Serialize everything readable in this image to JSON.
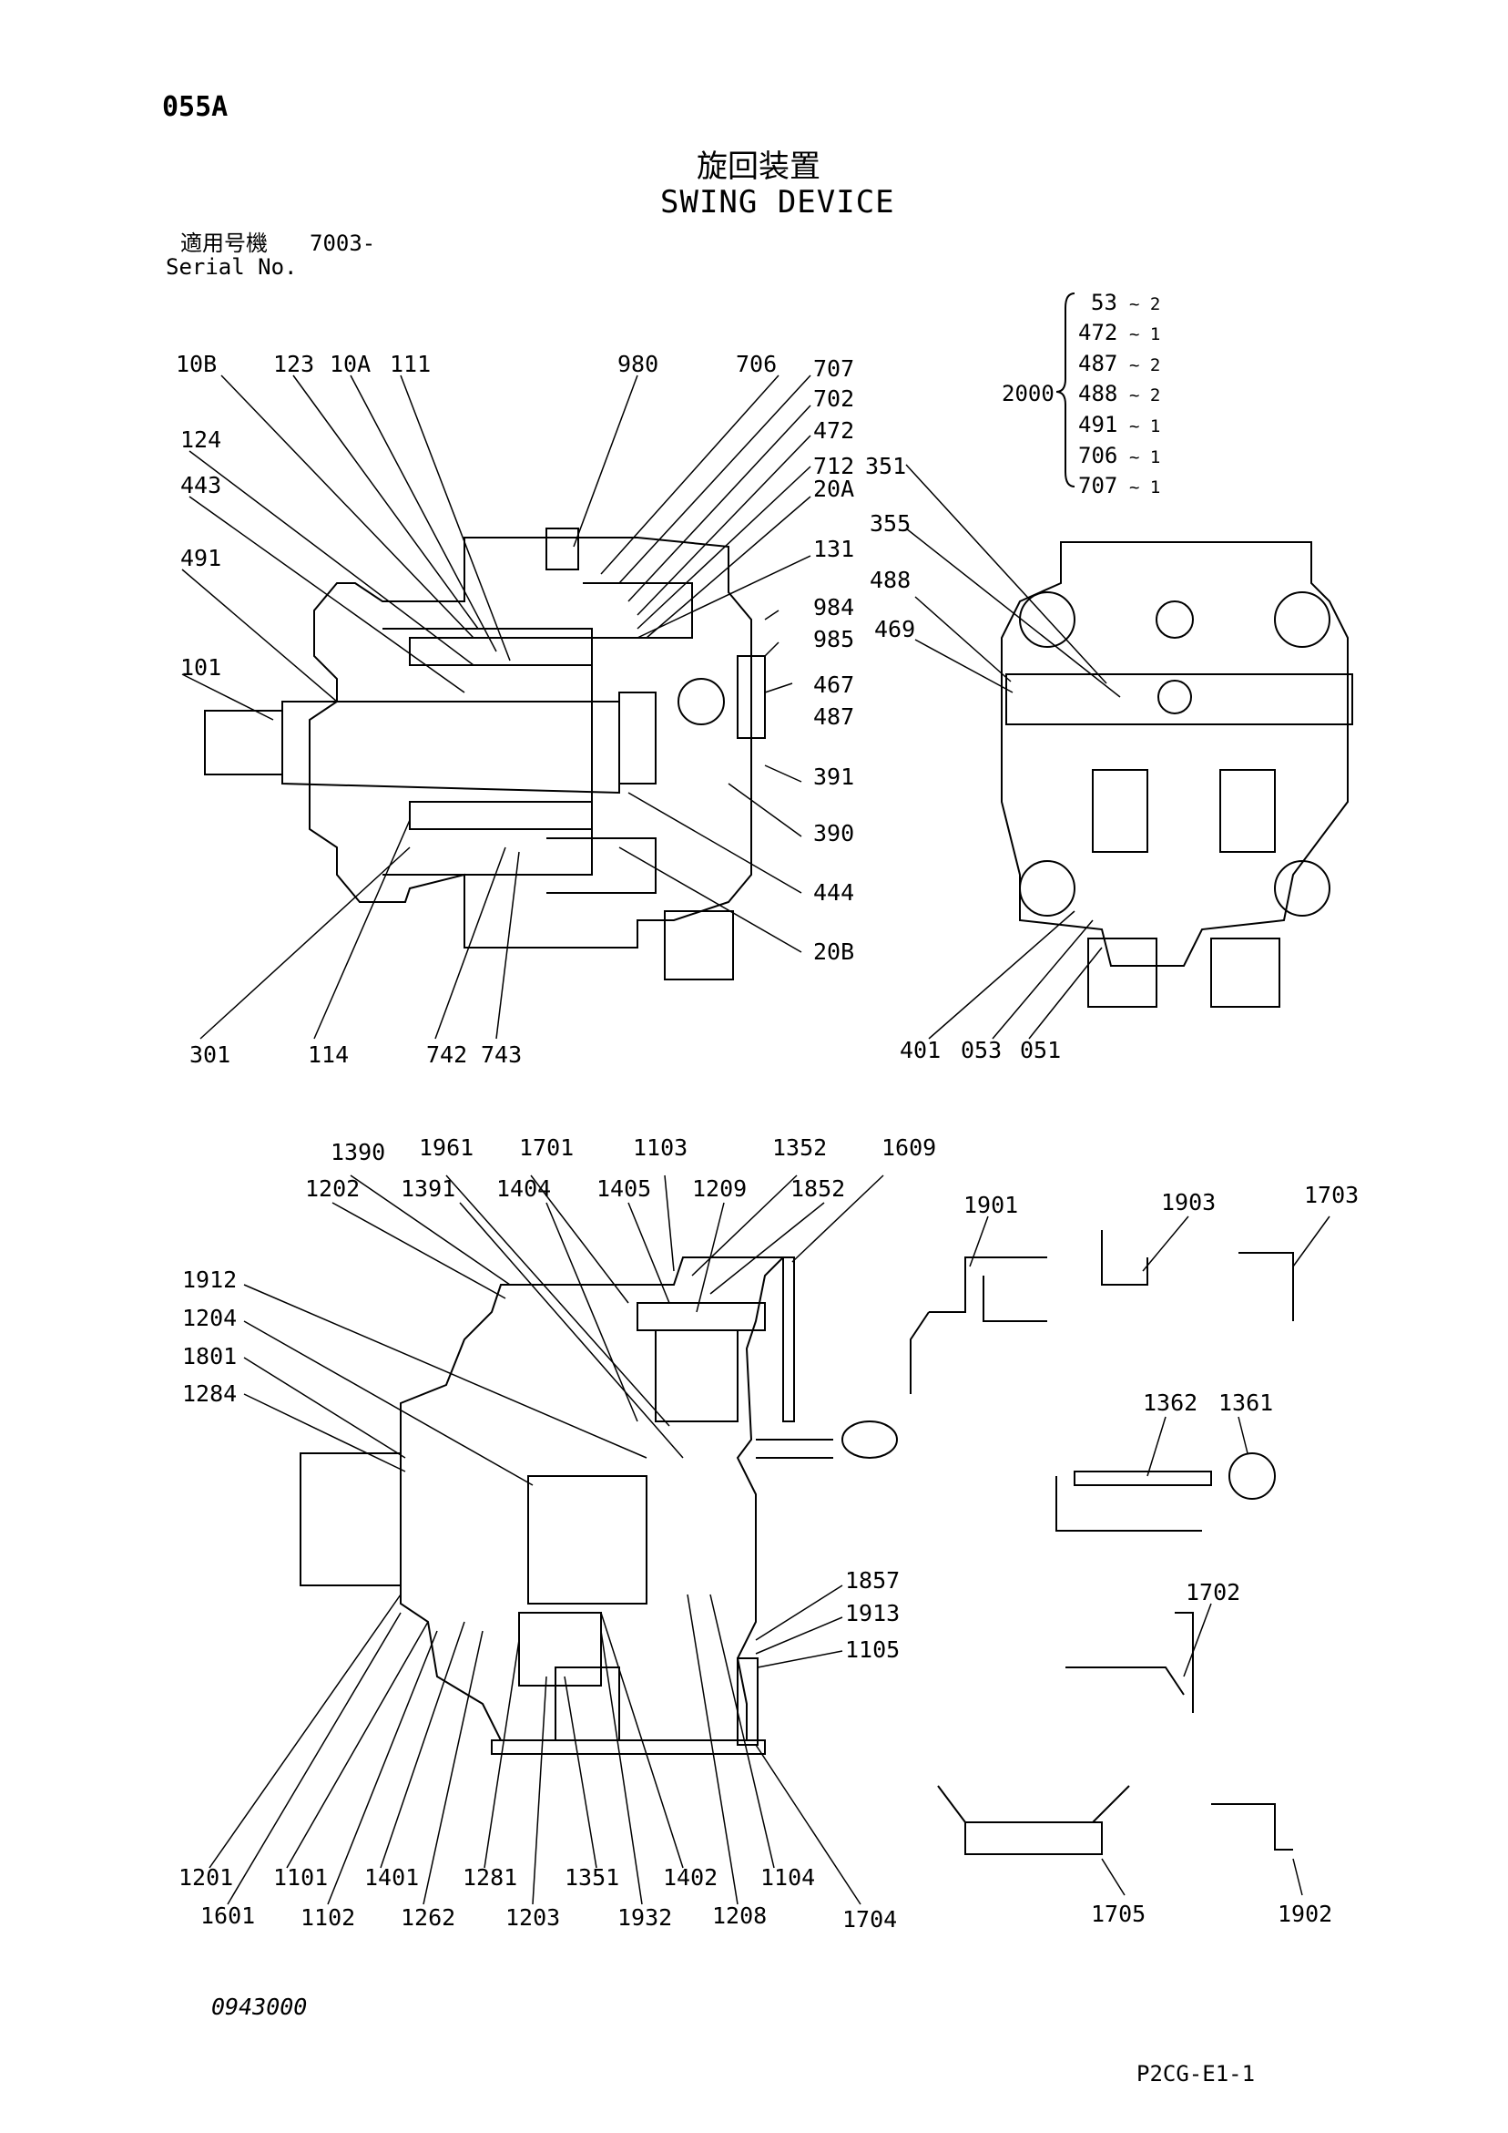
{
  "page_code": "055A",
  "title_jp": "旋回装置",
  "title_en": "SWING DEVICE",
  "serial": {
    "label_jp": "適用号機",
    "value": "7003-",
    "label_en": "Serial No."
  },
  "kit": {
    "number": "2000",
    "items": [
      {
        "part": "53",
        "qty": "~ 2"
      },
      {
        "part": "472",
        "qty": "~ 1"
      },
      {
        "part": "487",
        "qty": "~ 2"
      },
      {
        "part": "488",
        "qty": "~ 2"
      },
      {
        "part": "491",
        "qty": "~ 1"
      },
      {
        "part": "706",
        "qty": "~ 1"
      },
      {
        "part": "707",
        "qty": "~ 1"
      }
    ]
  },
  "motor_labels": [
    "10B",
    "123",
    "10A",
    "111",
    "980",
    "706",
    "707",
    "702",
    "472",
    "712",
    "20A",
    "131",
    "984",
    "985",
    "467",
    "487",
    "391",
    "390",
    "444",
    "20B",
    "124",
    "443",
    "491",
    "101",
    "301",
    "114",
    "742",
    "743"
  ],
  "valve_labels": [
    "351",
    "355",
    "488",
    "469",
    "401",
    "053",
    "051"
  ],
  "reducer_labels": [
    "1390",
    "1961",
    "1701",
    "1103",
    "1352",
    "1609",
    "1202",
    "1391",
    "1404",
    "1405",
    "1209",
    "1852",
    "1912",
    "1204",
    "1801",
    "1284",
    "1857",
    "1913",
    "1105",
    "1201",
    "1101",
    "1401",
    "1281",
    "1351",
    "1402",
    "1104",
    "1601",
    "1102",
    "1262",
    "1203",
    "1932",
    "1208",
    "1704"
  ],
  "detail_labels": [
    "1901",
    "1903",
    "1703",
    "1362",
    "1361",
    "1702",
    "1705",
    "1902"
  ],
  "footer": {
    "drawing_no": "0943000",
    "ref": "P2CG-E1-1"
  }
}
